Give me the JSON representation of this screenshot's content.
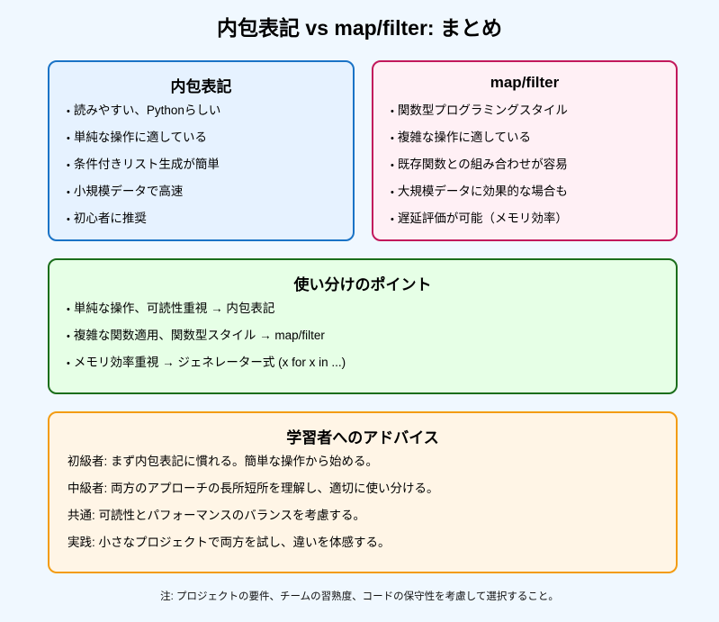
{
  "title": "内包表記 vs map/filter: まとめ",
  "comprehension": {
    "heading": "内包表記",
    "items": [
      "読みやすい、Pythonらしい",
      "単純な操作に適している",
      "条件付きリスト生成が簡単",
      "小規模データで高速",
      "初心者に推奨"
    ],
    "border_color": "#1a73c6",
    "background": "#e6f2ff"
  },
  "map_filter": {
    "heading": "map/filter",
    "items": [
      "関数型プログラミングスタイル",
      "複雑な操作に適している",
      "既存関数との組み合わせが容易",
      "大規模データに効果的な場合も",
      "遅延評価が可能（メモリ効率）"
    ],
    "border_color": "#c2185b",
    "background": "#fff0f5"
  },
  "usage_points": {
    "heading": "使い分けのポイント",
    "items": [
      "単純な操作、可読性重視 → 内包表記",
      "複雑な関数適用、関数型スタイル → map/filter",
      "メモリ効率重視 → ジェネレーター式 (x for x in ...)"
    ],
    "border_color": "#1b6e1b",
    "background": "#e6ffe6"
  },
  "advice": {
    "heading": "学習者へのアドバイス",
    "items": [
      "初級者: まず内包表記に慣れる。簡単な操作から始める。",
      "中級者: 両方のアプローチの長所短所を理解し、適切に使い分ける。",
      "共通: 可読性とパフォーマンスのバランスを考慮する。",
      "実践: 小さなプロジェクトで両方を試し、違いを体感する。"
    ],
    "border_color": "#f39c12",
    "background": "#fff5e6"
  },
  "footer": "注: プロジェクトの要件、チームの習熟度、コードの保守性を考慮して選択すること。"
}
